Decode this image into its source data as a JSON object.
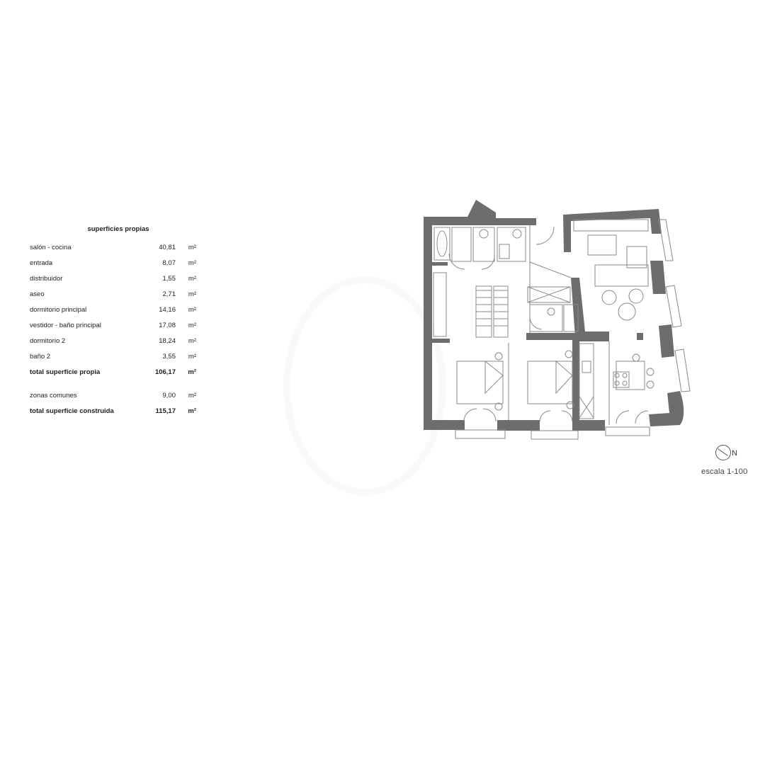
{
  "table": {
    "title": "superficies propias",
    "rows": [
      {
        "name": "salón - cocina",
        "value": "40,81",
        "unit": "m²"
      },
      {
        "name": "entrada",
        "value": "8,07",
        "unit": "m²"
      },
      {
        "name": "distribuidor",
        "value": "1,55",
        "unit": "m²"
      },
      {
        "name": "aseo",
        "value": "2,71",
        "unit": "m²"
      },
      {
        "name": "dormitorio principal",
        "value": "14,16",
        "unit": "m²"
      },
      {
        "name": "vestidor - baño principal",
        "value": "17,08",
        "unit": "m²"
      },
      {
        "name": "dormitorio 2",
        "value": "18,24",
        "unit": "m²"
      },
      {
        "name": "baño 2",
        "value": "3,55",
        "unit": "m²"
      }
    ],
    "total_propia": {
      "name": "total superficie propia",
      "value": "106,17",
      "unit": "m²"
    },
    "comunes": {
      "name": "zonas comunes",
      "value": "9,00",
      "unit": "m²"
    },
    "total_construida": {
      "name": "total superficie construida",
      "value": "115,17",
      "unit": "m²"
    }
  },
  "plan": {
    "north_label": "N",
    "scale_label": "escala 1-100",
    "wall_color": "#6d6d6e",
    "line_color": "#8a8a8a"
  }
}
